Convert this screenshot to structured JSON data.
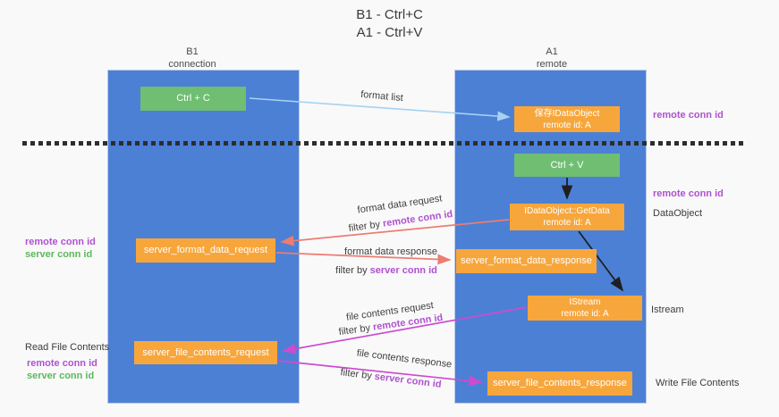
{
  "title": {
    "line1": "B1 - Ctrl+C",
    "line2": "A1 - Ctrl+V"
  },
  "columns": [
    {
      "title": "B1",
      "subtitle": "connection"
    },
    {
      "title": "A1",
      "subtitle": "remote"
    }
  ],
  "nodes": {
    "ctrl_c": "Ctrl + C",
    "ctrl_v": "Ctrl + V",
    "saved_dataobject": {
      "line1": "保存IDataObject",
      "line2": "remote id: A"
    },
    "getdata": {
      "line1": "IDataObject::GetData",
      "line2": "remote id: A"
    },
    "istream": {
      "line1": "IStream",
      "line2": "remote id: A"
    },
    "server_format_data_request": "server_format_data_request",
    "server_format_data_response": "server_format_data_response",
    "server_file_contents_request": "server_file_contents_request",
    "server_file_contents_response": "server_file_contents_response"
  },
  "flow_labels": {
    "format_list": "format list",
    "format_data_request": "format data request",
    "format_data_response": "format data response",
    "file_contents_request": "file contents request",
    "file_contents_response": "file contents response",
    "filter_by": "filter by",
    "remote_conn_id": "remote conn id",
    "server_conn_id": "server conn id"
  },
  "side_labels": {
    "remote_conn_id": "remote conn id",
    "server_conn_id": "server conn id",
    "read_file_contents": "Read File Contents",
    "write_file_contents": "Write File Contents",
    "dataobject": "DataObject",
    "istream": "Istream"
  },
  "colors": {
    "lifeline_blue": "#4C80D5",
    "node_green": "#6FBE72",
    "node_orange": "#F7A63C",
    "arrow_salmon": "#ED7C72",
    "arrow_magenta": "#CE4BCE",
    "arrow_lightblue": "#A6D2EF",
    "arrow_black": "#1F1F1F",
    "label_purple": "#AF52CE",
    "label_green": "#5CB85C"
  }
}
